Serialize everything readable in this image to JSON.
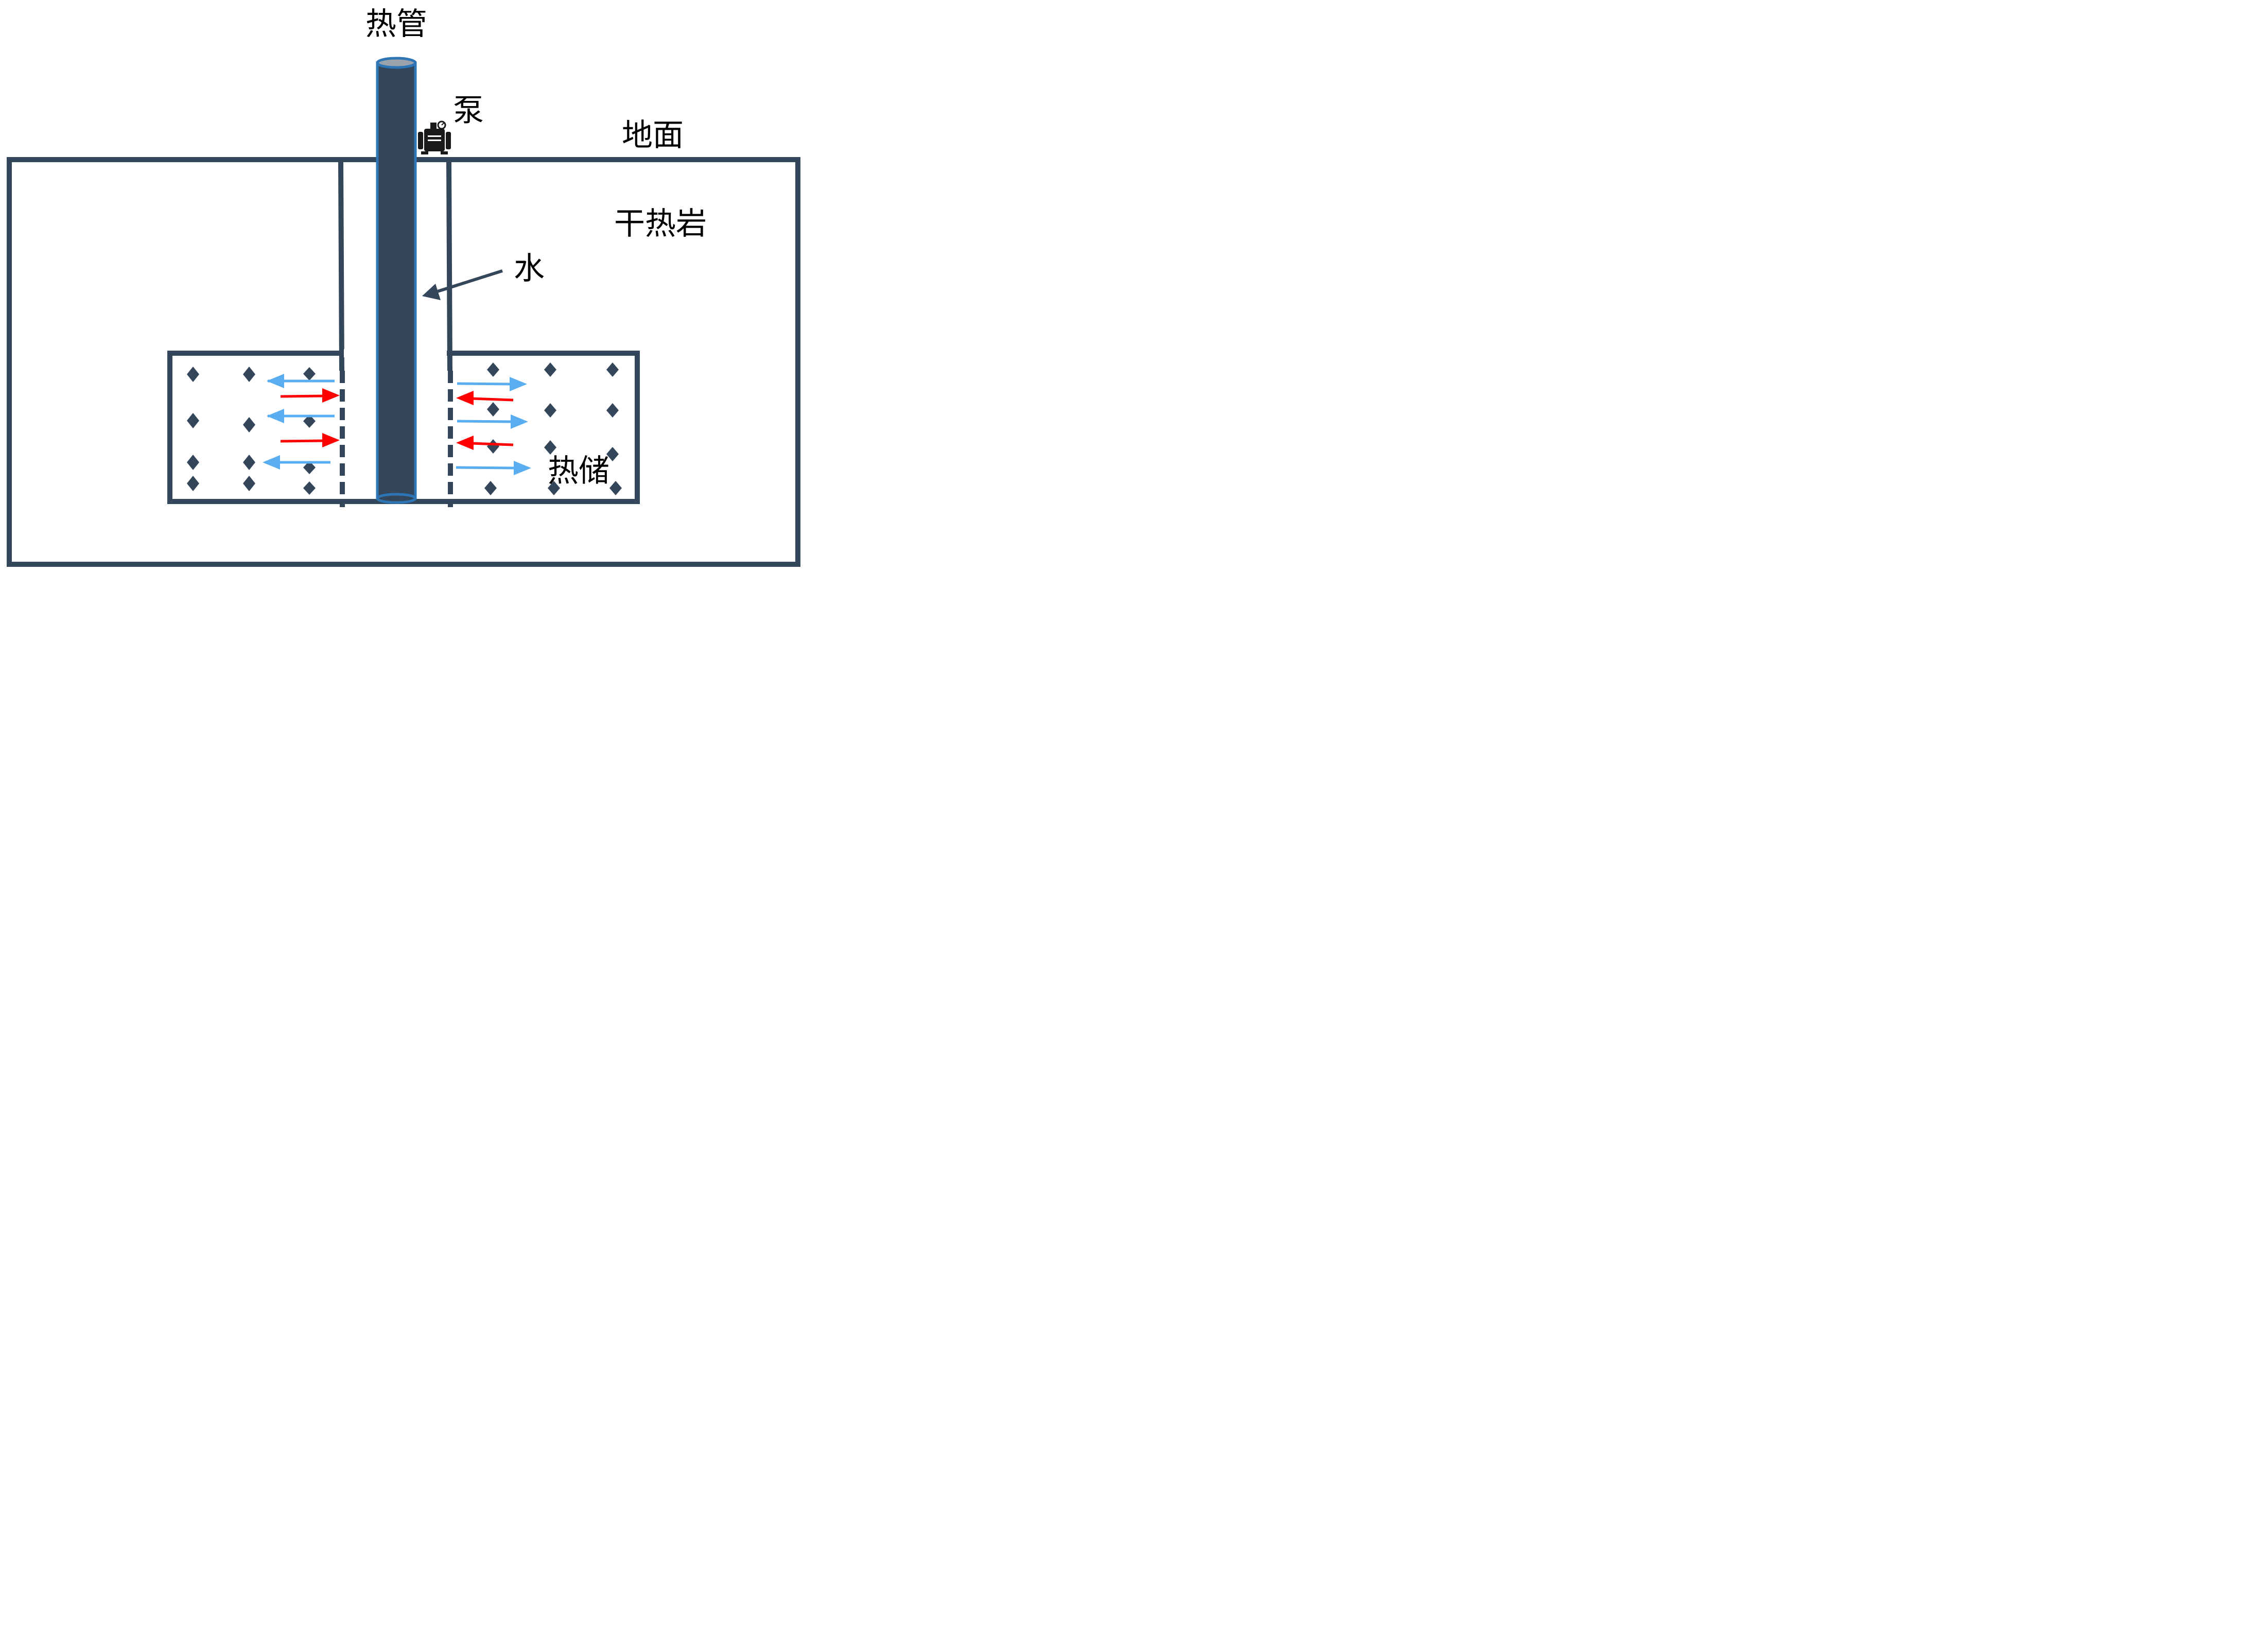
{
  "labels": {
    "heat_pipe": "热管",
    "pump": "泵",
    "ground": "地面",
    "hot_dry_rock": "干热岩",
    "water": "水",
    "reservoir": "热储"
  },
  "colors": {
    "structure": "#34465a",
    "pipe_fill": "#34465a",
    "pipe_outline": "#2e75b6",
    "pipe_top": "#9aa3ab",
    "hot_flow": "#ff0000",
    "cold_flow": "#5aaeef",
    "background": "#ffffff"
  },
  "icons": {
    "pump": "pump-icon",
    "rock_particle": "diamond-icon"
  }
}
